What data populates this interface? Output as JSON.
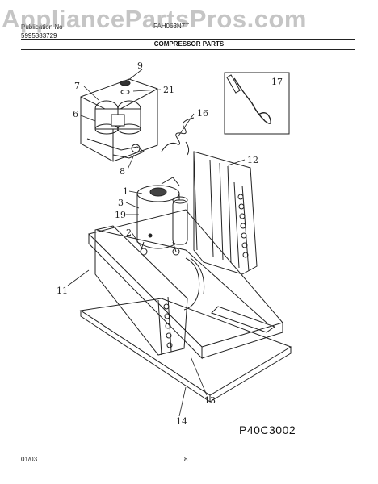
{
  "watermark": "AppliancePartsPros.com",
  "header": {
    "line1": "Publication No",
    "line2": "5995383729",
    "model": "FAH063N7T",
    "section_title": "COMPRESSOR PARTS"
  },
  "callouts": {
    "c1": "1",
    "c2": "2",
    "c3": "3",
    "c6": "6",
    "c7": "7",
    "c8": "8",
    "c9": "9",
    "c11": "11",
    "c12": "12",
    "c13": "13",
    "c14": "14",
    "c16": "16",
    "c17": "17",
    "c19": "19",
    "c21": "21"
  },
  "diagram_code": "P40C3002",
  "footer": {
    "date": "01/03",
    "page": "8"
  }
}
